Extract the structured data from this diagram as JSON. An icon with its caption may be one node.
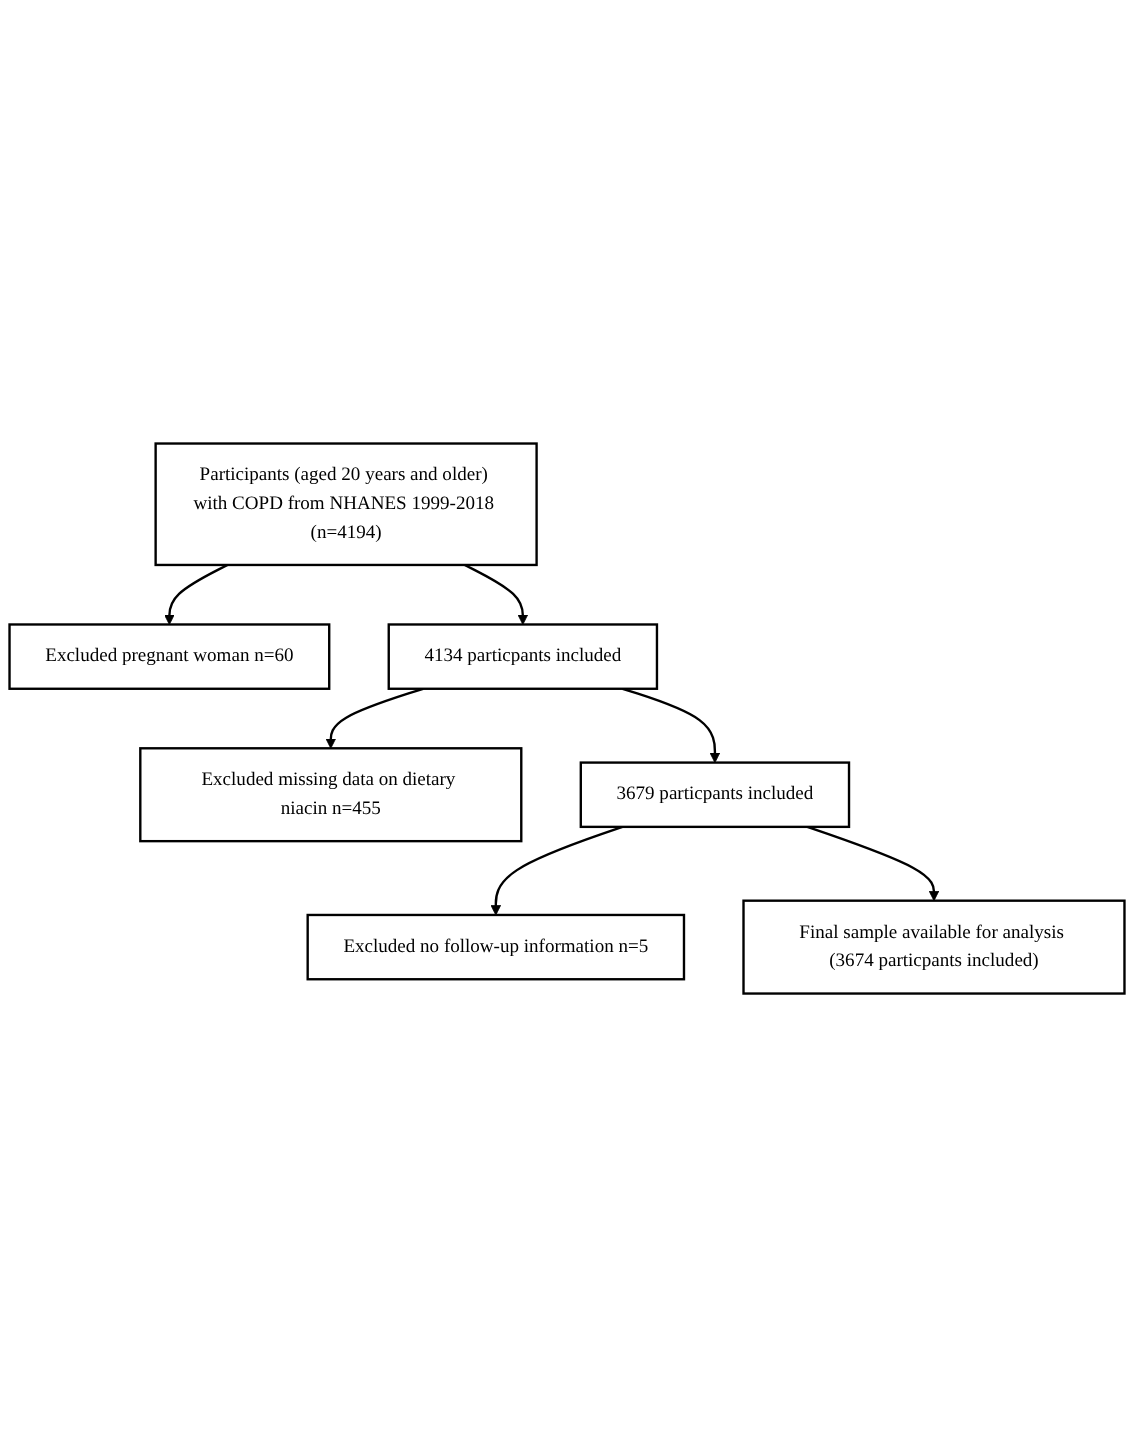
{
  "diagram": {
    "nodes": [
      {
        "text": [
          "Participants (aged 20 years and older) with COPD from NHANES 1999-2018 (n=4194)"
        ]
      },
      {
        "text": [
          "Excluded pregnant woman n=60"
        ]
      },
      {
        "text": [
          "4134 particpants included"
        ]
      },
      {
        "text": [
          "Excluded missing data on dietary niacin n=455"
        ]
      },
      {
        "text": [
          "3679 particpants included"
        ]
      },
      {
        "text": [
          "Excluded no follow-up information n=5"
        ]
      },
      {
        "text": [
          "Final sample available for analysis (3674 particpants included)"
        ]
      }
    ],
    "edges": [
      {
        "from": 0,
        "to": 1,
        "arrow": "to"
      },
      {
        "from": 0,
        "to": 2,
        "arrow": "to"
      },
      {
        "from": 2,
        "to": 3,
        "arrow": "to"
      },
      {
        "from": 2,
        "to": 4,
        "arrow": "to"
      },
      {
        "from": 4,
        "to": 5,
        "arrow": "to"
      },
      {
        "from": 4,
        "to": 6,
        "arrow": "to"
      }
    ]
  }
}
